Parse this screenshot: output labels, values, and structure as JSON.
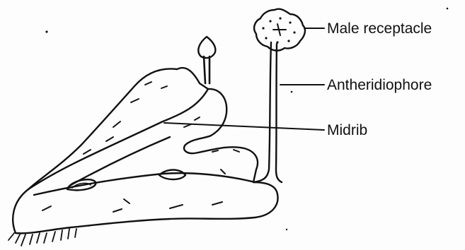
{
  "diagram": {
    "subject": "marchantia-male-thallus",
    "labels": {
      "male_receptacle": "Male receptacle",
      "antheridiophore": "Antheridiophore",
      "midrib": "Midrib"
    },
    "colors": {
      "ink": "#111111",
      "background": "#fdfdfd"
    }
  }
}
